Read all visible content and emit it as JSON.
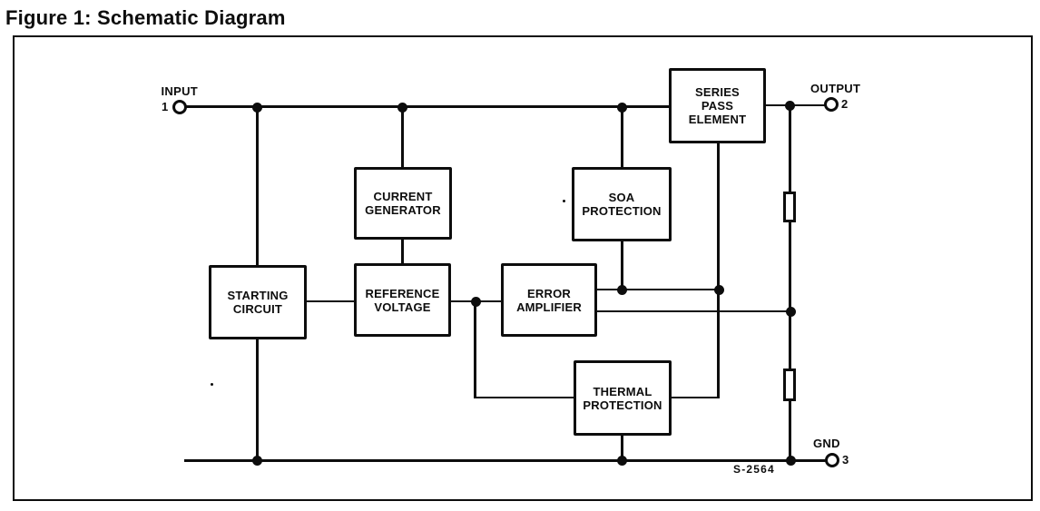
{
  "title": "Figure 1: Schematic Diagram",
  "blocks": {
    "series_pass_element": "SERIES\nPASS\nELEMENT",
    "current_generator": "CURRENT\nGENERATOR",
    "soa_protection": "SOA\nPROTECTION",
    "starting_circuit": "STARTING\nCIRCUIT",
    "reference_voltage": "REFERENCE\nVOLTAGE",
    "error_amplifier": "ERROR\nAMPLIFIER",
    "thermal_protection": "THERMAL\nPROTECTION"
  },
  "terminals": {
    "input": {
      "label": "INPUT",
      "pin": "1"
    },
    "output": {
      "label": "OUTPUT",
      "pin": "2"
    },
    "gnd": {
      "label": "GND",
      "pin": "3"
    }
  },
  "annotations": {
    "drawing_code": "S-2564"
  },
  "colors": {
    "ink": "#0d0d0d",
    "background": "#ffffff"
  }
}
